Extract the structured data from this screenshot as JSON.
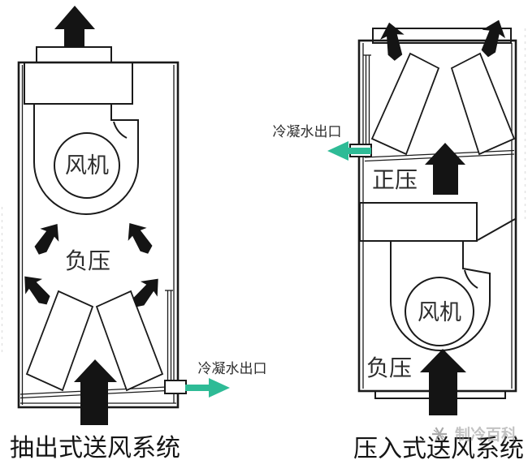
{
  "diagrams": {
    "left": {
      "caption": "抽出式送风系统",
      "fan_label": "风机",
      "pressure_label": "负压",
      "condensate_label": "冷凝水出口"
    },
    "right": {
      "caption": "压入式送风系统",
      "fan_label": "风机",
      "pressure_top_label": "正压",
      "pressure_bottom_label": "负压",
      "condensate_label": "冷凝水出口"
    }
  },
  "watermark": {
    "text": "制冷百科",
    "icon": "snowflake-icon"
  },
  "colors": {
    "line": "#1a1a1a",
    "condensate_arrow": "#2ebb96",
    "watermark": "#8c8c8c",
    "background": "#ffffff"
  }
}
